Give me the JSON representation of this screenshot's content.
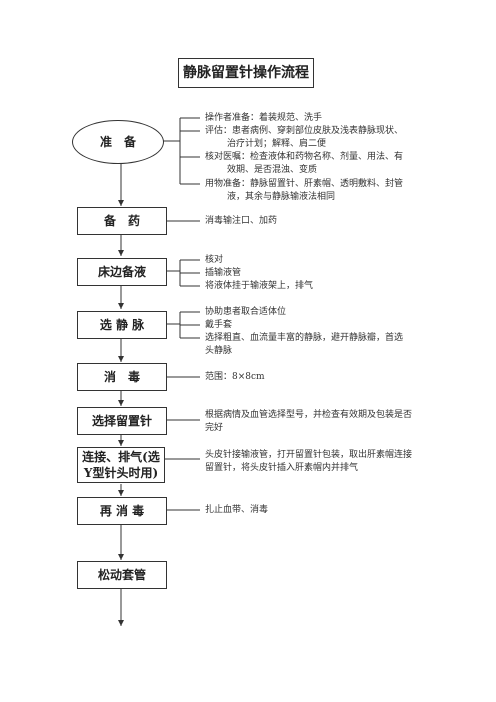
{
  "title": "静脉留置针操作流程",
  "steps": {
    "prepare": "准　备",
    "drug": "备　药",
    "bedside": "床边备液",
    "vein": "选 静 脉",
    "disinfect": "消　毒",
    "needle": "选择留置针",
    "connect_line1": "连接、排气(选",
    "connect_line2": "Y型针头时用)",
    "redisinfect": "再 消 毒",
    "loosen": "松动套管"
  },
  "notes": {
    "prepare": [
      "操作者准备：着装规范、洗手",
      "评估：患者病例、穿刺部位皮肤及浅表静脉现状、",
      "治疗计划；解释、肩二便",
      "核对医嘱：检查液体和药物名称、剂量、用法、有",
      "效期、是否混浊、变质",
      "用物准备：静脉留置针、肝素帽、透明敷料、封管",
      "液，其余与静脉输液法相同"
    ],
    "drug": "消毒输注口、加药",
    "bedside": [
      "核对",
      "插输液管",
      "将液体挂于输液架上，排气"
    ],
    "vein": [
      "协助患者取合适体位",
      "戴手套",
      "选择粗直、血流量丰富的静脉，避开静脉瓣，首选",
      "头静脉"
    ],
    "disinfect": "范围：8×8cm",
    "needle": [
      "根据病情及血管选择型号，并检查有效期及包装是否",
      "完好"
    ],
    "connect": [
      "头皮针接输液管，打开留置针包装，取出肝素帽连接",
      "留置针，将头皮针插入肝素帽内并排气"
    ],
    "redisinfect": "扎止血带、消毒"
  }
}
